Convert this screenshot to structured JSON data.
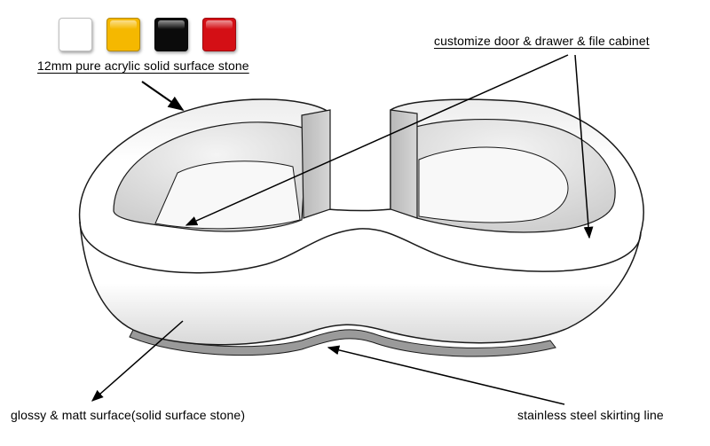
{
  "swatches": [
    {
      "name": "white",
      "color": "#ffffff"
    },
    {
      "name": "yellow",
      "color": "#f5b800"
    },
    {
      "name": "black",
      "color": "#0b0b0b"
    },
    {
      "name": "red",
      "color": "#d40f15"
    }
  ],
  "labels": {
    "material": "12mm pure acrylic solid surface stone",
    "cabinet": "customize door & drawer & file cabinet",
    "surface": "glossy & matt surface(solid surface stone)",
    "skirting": "stainless steel skirting line"
  },
  "colors": {
    "desk_body": "#ffffff",
    "desk_shadow": "#c8c8c8",
    "outline": "#1a1a1a",
    "arrow": "#000000"
  }
}
